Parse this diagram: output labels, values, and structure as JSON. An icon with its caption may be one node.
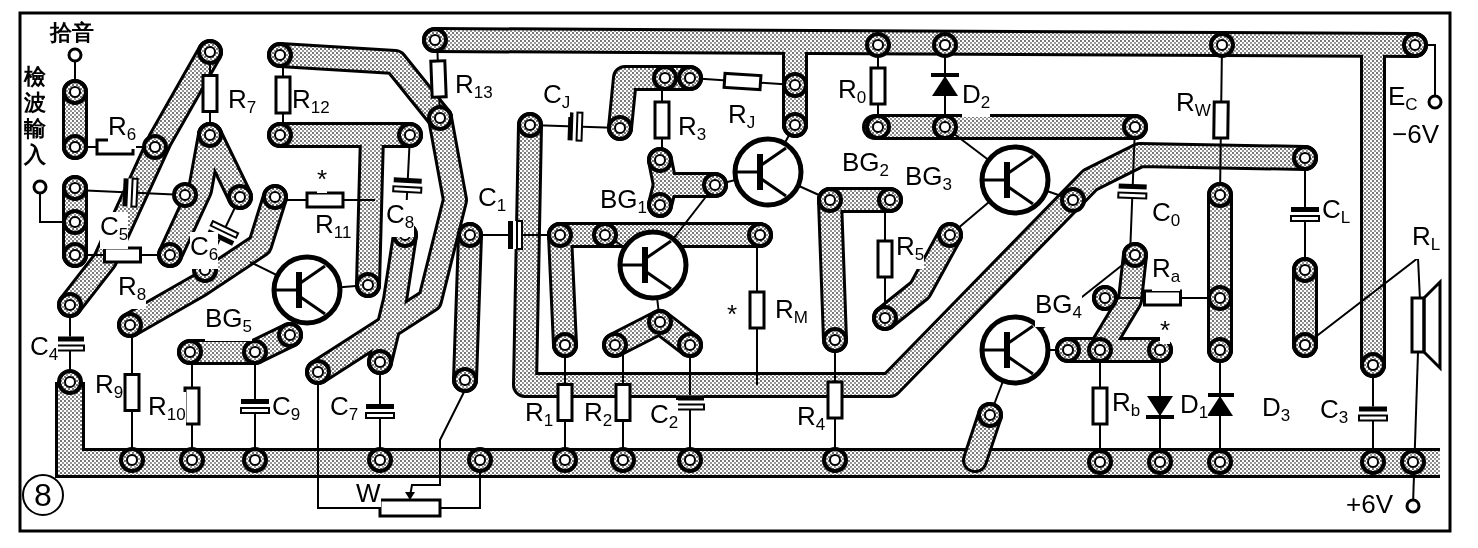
{
  "diagram": {
    "labels": [
      "拾音",
      "檢波輸入",
      "E$_{C}$",
      "−6V",
      "R$_{7}$",
      "R$_{12}$",
      "R$_{13}$",
      "R$_{0}$",
      "D$_{2}$",
      "R$_{6}$",
      "C$_{J}$",
      "R$_{J}$",
      "R$_{3}$",
      "R$_{W}$",
      "BG$_{2}$",
      "BG$_{3}$",
      "*",
      "C$_{5}$",
      "C$_{6}$",
      "R$_{11}$",
      "C$_{8}$",
      "C$_{1}$",
      "BG$_{1}$",
      "R$_{5}$",
      "C$_{0}$",
      "C$_{L}$",
      "R$_{L}$",
      "R$_{8}$",
      "BG$_{5}$",
      "*",
      "R$_{M}$",
      "R$_{a}$",
      "BG$_{4}$",
      "*",
      "C$_{4}$",
      "R$_{9}$",
      "R$_{10}$",
      "C$_{9}$",
      "C$_{7}$",
      "R$_{1}$",
      "R$_{2}$",
      "C$_{2}$",
      "R$_{4}$",
      "R$_{b}$",
      "D$_{1}$",
      "D$_{3}$",
      "C$_{3}$",
      "8",
      "W",
      "+6V"
    ]
  }
}
